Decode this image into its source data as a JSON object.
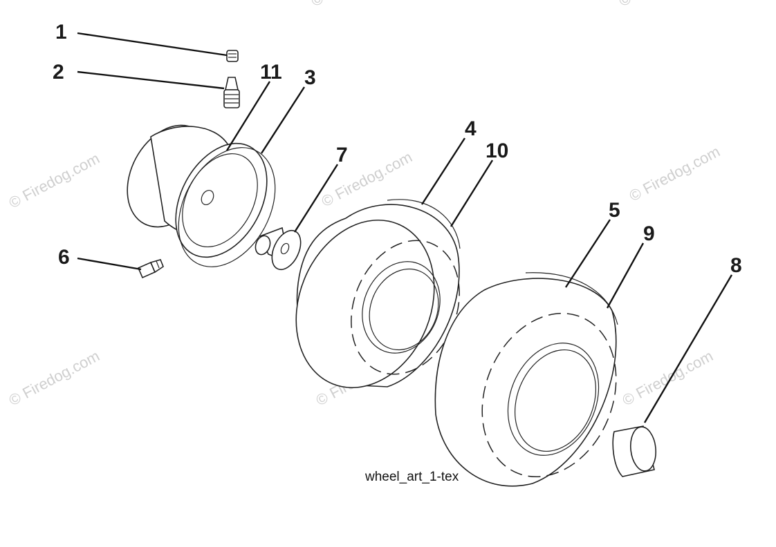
{
  "watermark": "© Firedog.com",
  "caption": "wheel_art_1-tex",
  "callouts": {
    "c1": "1",
    "c2": "2",
    "c3": "3",
    "c4": "4",
    "c5": "5",
    "c6": "6",
    "c7": "7",
    "c8": "8",
    "c9": "9",
    "c10": "10",
    "c11": "11"
  },
  "parts": [
    "valve-cap",
    "valve-stem",
    "rim",
    "tire-front",
    "tire-rear",
    "grease-fitting",
    "bushing",
    "hub-cap",
    "tube-rear",
    "tube-front",
    "rim-liner"
  ]
}
